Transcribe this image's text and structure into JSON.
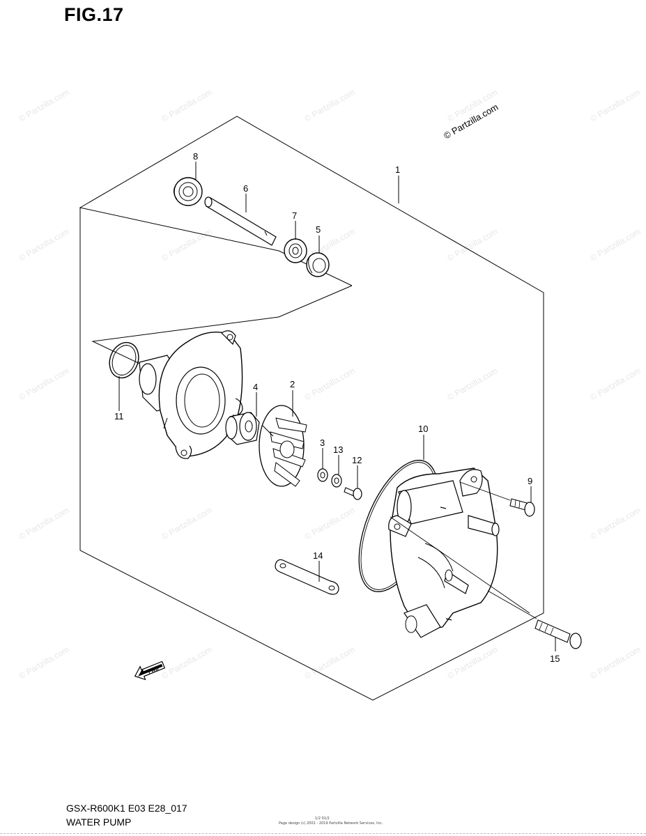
{
  "figure": {
    "title": "FIG.17",
    "code": "GSX-R600K1 E03 E28_017",
    "name": "WATER PUMP",
    "small_text_1": "1/2 01/2",
    "small_text_2": "Page design (c) 2001 - 2019 Partzilla Network Services, Inc."
  },
  "watermark": {
    "text": "© Partzilla.com",
    "main": "© Partzilla.com"
  },
  "parts": [
    {
      "id": "1",
      "label": "1"
    },
    {
      "id": "2",
      "label": "2"
    },
    {
      "id": "3",
      "label": "3"
    },
    {
      "id": "4",
      "label": "4"
    },
    {
      "id": "5",
      "label": "5"
    },
    {
      "id": "6",
      "label": "6"
    },
    {
      "id": "7",
      "label": "7"
    },
    {
      "id": "8",
      "label": "8"
    },
    {
      "id": "9",
      "label": "9"
    },
    {
      "id": "10",
      "label": "10"
    },
    {
      "id": "11",
      "label": "11"
    },
    {
      "id": "12",
      "label": "12"
    },
    {
      "id": "13",
      "label": "13"
    },
    {
      "id": "14",
      "label": "14"
    },
    {
      "id": "15",
      "label": "15"
    }
  ],
  "fwd_label": "FWD"
}
